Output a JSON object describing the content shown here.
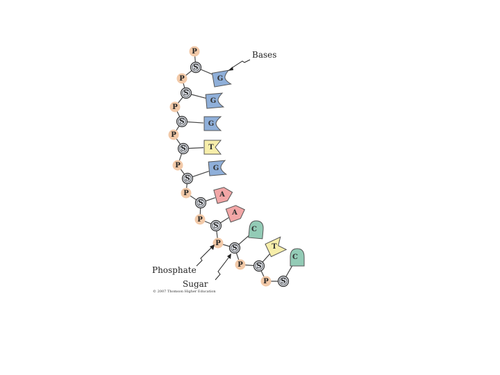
{
  "labels": {
    "bases": "Bases",
    "phosphate": "Phosphate",
    "sugar": "Sugar",
    "credit": "© 2007 Thomson Higher Education"
  },
  "symbols": {
    "phosphate": "P",
    "sugar": "S"
  },
  "colors": {
    "phosphate": "#f2c9a8",
    "sugar": "#dfe3ea",
    "G": "#8fafd9",
    "T": "#f7eeaa",
    "A": "#f2a6a6",
    "C": "#93cbb6",
    "outline": "#555555"
  },
  "strand": {
    "top_phosphate": "P",
    "bases": [
      "G",
      "G",
      "G",
      "T",
      "G",
      "A",
      "A",
      "C",
      "T",
      "C"
    ]
  }
}
